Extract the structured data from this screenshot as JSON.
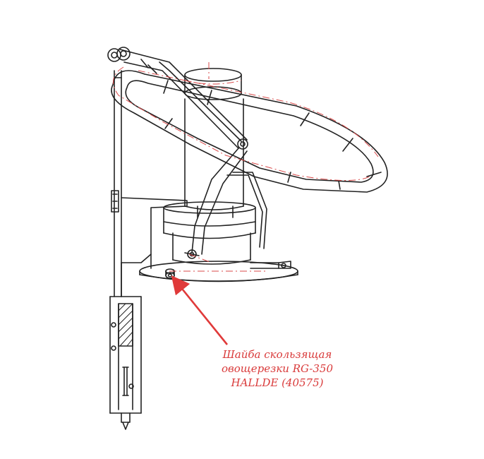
{
  "callout": {
    "line1": "Шайба скользящая",
    "line2": "овощерезки RG-350",
    "line3": "HALLDE (40575)"
  },
  "colors": {
    "outline": "#222222",
    "hidden_lines": "#d94a4a",
    "callout_text": "#d93a3a",
    "arrow": "#e03a3a"
  }
}
